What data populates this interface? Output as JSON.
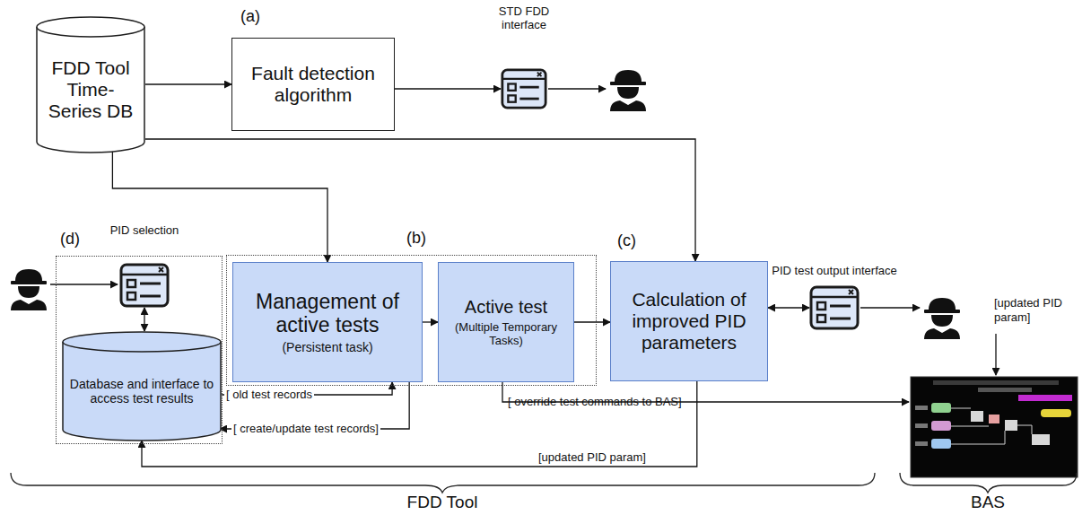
{
  "diagram": {
    "nodes": [
      {
        "text": [
          "FDD Tool Time-Series DB"
        ]
      },
      {
        "text": [
          "Fault detection algorithm"
        ]
      },
      {
        "text": [
          "STD FDD interface"
        ]
      },
      {
        "text": [
          "(d)"
        ]
      },
      {
        "text": [
          "PID selection"
        ],
        "in": 3
      },
      {
        "text": [
          "Database and interface to access test results"
        ],
        "in": 3
      },
      {
        "text": [
          "(b)"
        ]
      },
      {
        "text": [
          "Management of active tests",
          "(Persistent task)"
        ],
        "in": 6
      },
      {
        "text": [
          "Active test",
          "(Multiple Temporary Tasks)"
        ],
        "in": 6
      },
      {
        "text": [
          "Calculation of improved PID parameters"
        ]
      },
      {
        "text": [
          "PID test output interface"
        ]
      }
    ],
    "edges": [
      {
        "from": 0,
        "to": 1,
        "arrow": "to"
      },
      {
        "from": 1,
        "to": 2,
        "arrow": "to"
      },
      {
        "from": 0,
        "to": 9,
        "arrow": "to"
      },
      {
        "from": 0,
        "to": 7,
        "arrow": "to"
      },
      {
        "from": 4,
        "to": 5,
        "arrow": "both"
      },
      {
        "from": 5,
        "to": 7,
        "label": "[ old test records",
        "arrow": "to"
      },
      {
        "from": 7,
        "to": 5,
        "label": "[ create/update test records]",
        "arrow": "to"
      },
      {
        "from": 7,
        "to": 8,
        "arrow": "to"
      },
      {
        "from": 8,
        "to": 9,
        "arrow": "to"
      },
      {
        "from": 9,
        "to": 10,
        "arrow": "both"
      },
      {
        "from": 9,
        "to": 5,
        "label": "[updated PID param]",
        "arrow": "to"
      }
    ],
    "labels": [
      "(a)",
      "(c)",
      "[updated PID param]",
      "[ override test commands to BAS]",
      "FDD Tool",
      "BAS"
    ]
  }
}
